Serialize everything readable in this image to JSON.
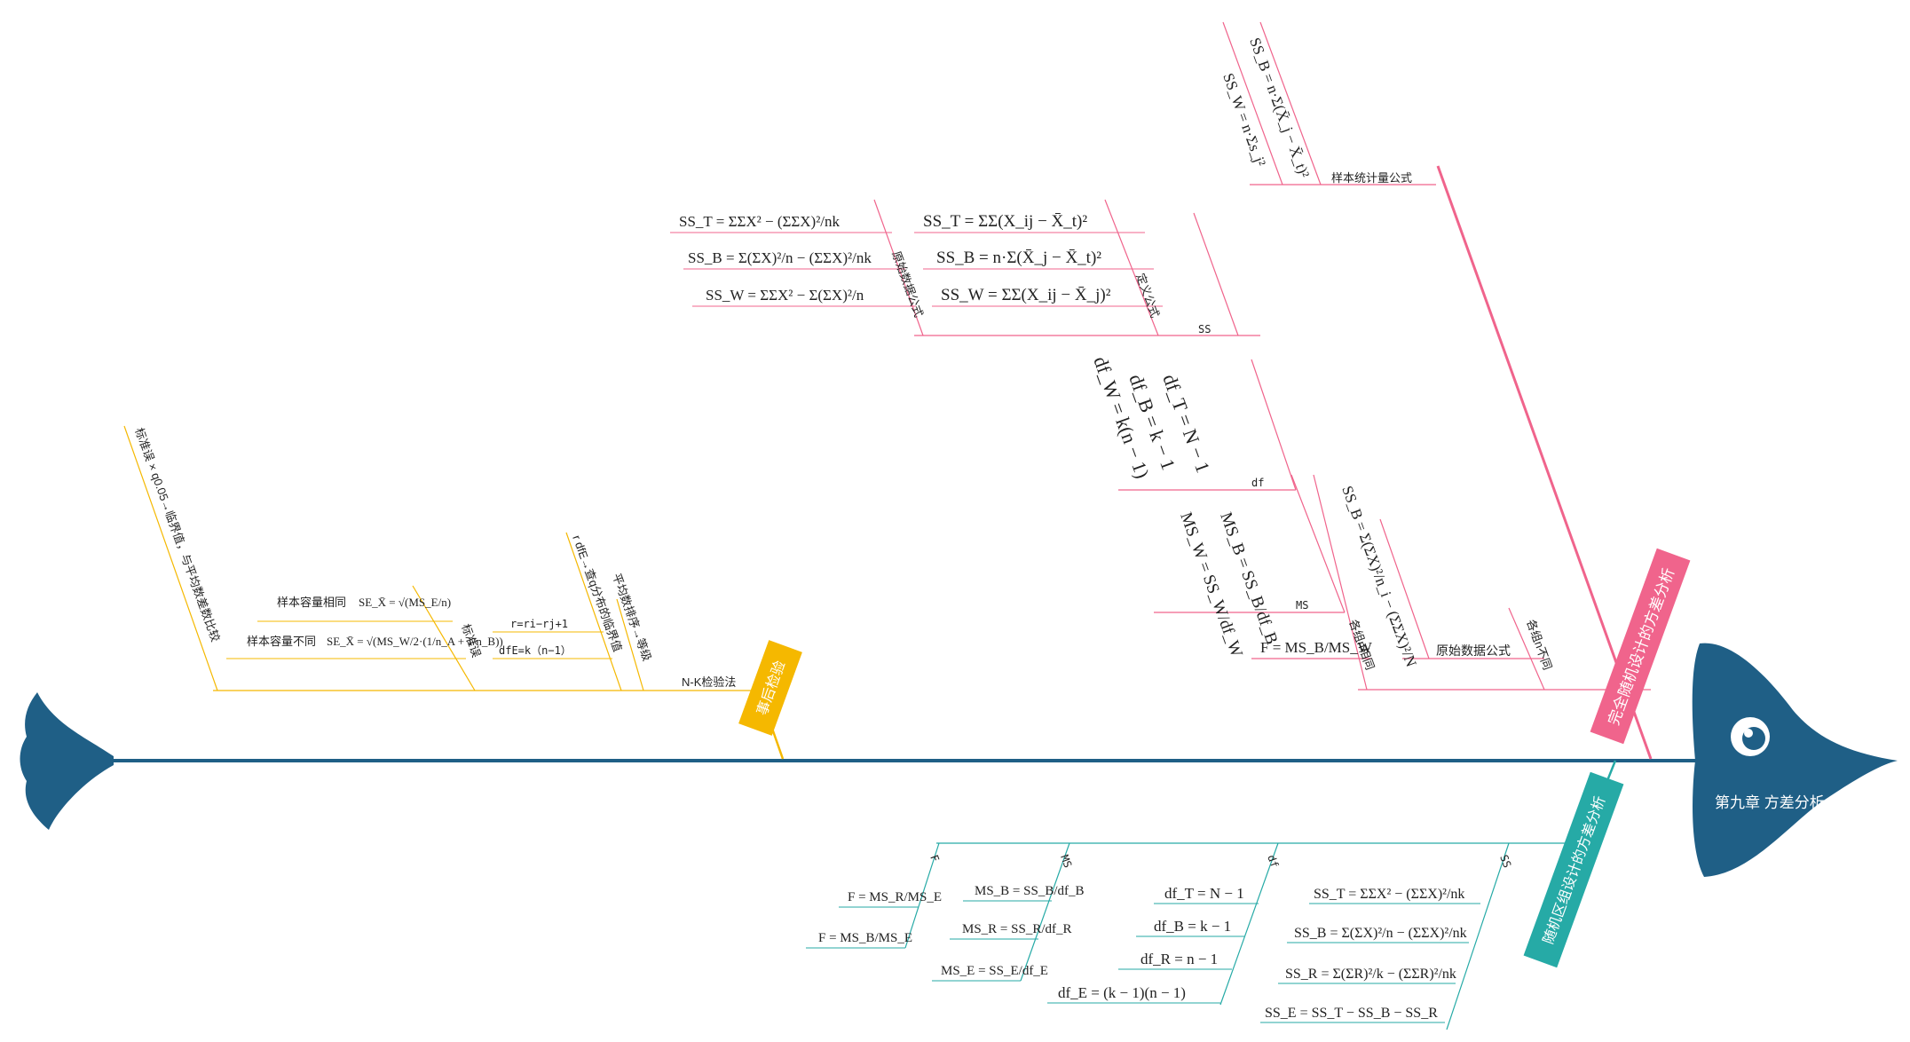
{
  "colors": {
    "spine": "#1f5f86",
    "head": "#1f5f86",
    "branch_pink": "#f0648c",
    "branch_yellow": "#f5b800",
    "branch_teal": "#26aaa6",
    "text": "#222222",
    "label_text": "#ffffff"
  },
  "head": {
    "icon": "eye-icon",
    "title": "第九章 方差分析"
  },
  "branches": {
    "complete_random": {
      "label": "完全随机设计的方差分析",
      "sample_stat": {
        "label": "样本统计量公式",
        "ssb": "SS_B = n·Σ(X̄_j − X̄_t)²",
        "ssw": "SS_W = n·Σs_j²"
      },
      "ss": {
        "label": "SS",
        "raw_formula": {
          "label": "原始数据公式",
          "sst": "SS_T = ΣΣX² − (ΣΣX)²/nk",
          "ssb": "SS_B = Σ(ΣX)²/n − (ΣΣX)²/nk",
          "ssw": "SS_W = ΣΣX² − Σ(ΣX)²/n"
        },
        "definition": {
          "label": "定义公式",
          "sst": "SS_T = ΣΣ(X_ij − X̄_t)²",
          "ssb": "SS_B = n·Σ(X̄_j − X̄_t)²",
          "ssw": "SS_W = ΣΣ(X_ij − X̄_j)²"
        }
      },
      "df": {
        "label": "df",
        "dft": "df_T = N − 1",
        "dfb": "df_B = k − 1",
        "dfw": "df_W = k(n − 1)"
      },
      "ms": {
        "label": "MS",
        "msb": "MS_B = SS_B/df_B",
        "msw": "MS_W = SS_W/df_W"
      },
      "f": "F = MS_B/MS_W",
      "unequal": {
        "label": "各组n不同",
        "raw": "原始数据公式",
        "ssb": "SS_B = Σ(ΣX)²/n_i − (ΣΣX)²/N"
      },
      "equal": "各组n相同"
    },
    "post_hoc": {
      "label": "事后检验",
      "nk": {
        "label": "N-K检验法",
        "step1": "平均数排序→等级",
        "step2": "r=ri−rj+1",
        "step3": "dfE=k（n−1）",
        "step4": "r dfE→查q分布的临界值",
        "se_label": "标准误",
        "se_equal_label": "样本容量相同",
        "se_equal": "SE_X̄ = √(MS_E/n)",
        "se_unequal_label": "样本容量不同",
        "se_unequal": "SE_X̄ = √(MS_W/2·(1/n_A + 1/n_B))",
        "compare": "标准误 × q0.05→临界值，与平均数差数比较"
      }
    },
    "random_block": {
      "label": "随机区组设计的方差分析",
      "ss": {
        "label": "SS",
        "sst": "SS_T = ΣΣX² − (ΣΣX)²/nk",
        "ssb": "SS_B = Σ(ΣX)²/n − (ΣΣX)²/nk",
        "ssr": "SS_R = Σ(ΣR)²/k − (ΣΣR)²/nk",
        "sse": "SS_E = SS_T − SS_B − SS_R"
      },
      "df": {
        "label": "df",
        "dft": "df_T = N − 1",
        "dfb": "df_B = k − 1",
        "dfr": "df_R = n − 1",
        "dfe": "df_E = (k − 1)(n − 1)"
      },
      "ms": {
        "label": "MS",
        "msb": "MS_B = SS_B/df_B",
        "msr": "MS_R = SS_R/df_R",
        "mse": "MS_E = SS_E/df_E"
      },
      "f": {
        "label": "F",
        "fr": "F = MS_R/MS_E",
        "fb": "F = MS_B/MS_E"
      }
    }
  }
}
